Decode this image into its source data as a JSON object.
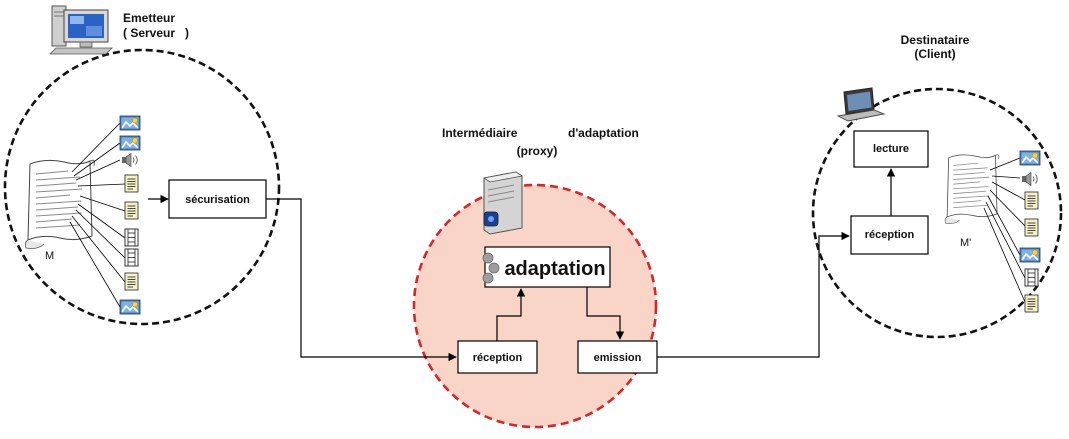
{
  "sender": {
    "title_line1": "Emetteur",
    "title_line2": "( Serveur   )",
    "doc_label": "M",
    "process_label": "sécurisation",
    "icon": "desktop-computer-icon"
  },
  "proxy": {
    "title_part1": "Intermédiaire",
    "title_part2": "d'adaptation",
    "title_line2": "(proxy)",
    "adaptation_label": "adaptation",
    "reception_label": "réception",
    "emission_label": "emission",
    "icon": "server-tower-icon",
    "circle_color": "#f8d5c6",
    "border_color": "#d9252a"
  },
  "receiver": {
    "title_line1": "Destinataire",
    "title_line2": "(Client)",
    "doc_label": "M'",
    "lecture_label": "lecture",
    "reception_label": "réception",
    "icon": "laptop-icon"
  }
}
